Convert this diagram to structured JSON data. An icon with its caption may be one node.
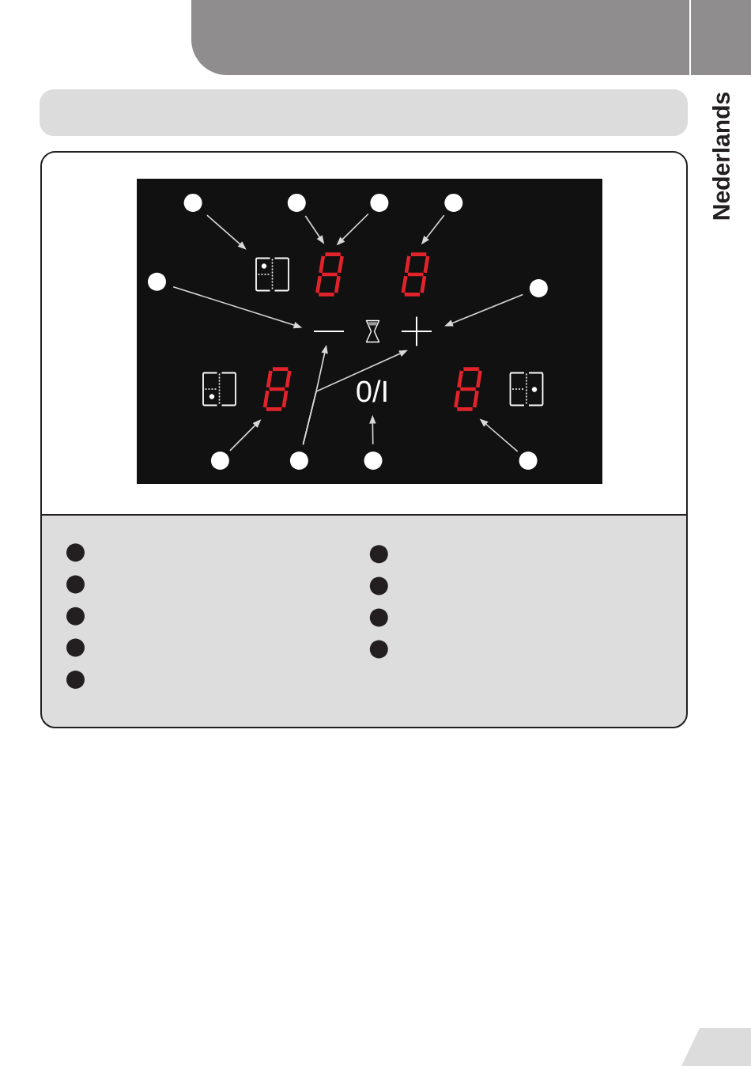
{
  "diagram": {
    "nodes": [
      {
        "text": [],
        "shape": "bar"
      },
      {
        "text": [],
        "shape": "box"
      },
      {
        "text": [],
        "shape": "circle",
        "in": 1
      },
      {
        "text": [],
        "shape": "circle",
        "in": 1
      },
      {
        "text": [],
        "shape": "circle",
        "in": 1
      },
      {
        "text": [],
        "shape": "circle",
        "in": 1
      },
      {
        "text": [],
        "shape": "picture",
        "in": 1
      },
      {
        "text": [],
        "shape": "picture",
        "in": 1
      },
      {
        "text": [],
        "shape": "picture",
        "in": 1
      },
      {
        "text": [],
        "shape": "circle",
        "in": 1
      },
      {
        "text": [],
        "shape": "circle",
        "in": 1
      },
      {
        "text": [],
        "shape": "picture",
        "in": 1
      },
      {
        "text": [],
        "shape": "picture",
        "in": 1
      },
      {
        "text": [],
        "shape": "picture",
        "in": 1
      },
      {
        "text": [
          "0/I"
        ],
        "in": 1
      },
      {
        "text": [],
        "shape": "picture",
        "in": 1
      },
      {
        "text": [],
        "shape": "circle",
        "in": 1
      },
      {
        "text": [],
        "shape": "circle",
        "in": 1
      },
      {
        "text": [],
        "shape": "circle",
        "in": 1
      },
      {
        "text": [],
        "shape": "circle",
        "in": 1
      }
    ],
    "edges": [
      {
        "from": 2,
        "to": 6,
        "arrow": "to"
      },
      {
        "from": 3,
        "to": 7,
        "arrow": "to"
      },
      {
        "from": 4,
        "to": 7,
        "arrow": "to"
      },
      {
        "from": 5,
        "to": 8,
        "arrow": "to"
      },
      {
        "from": 9,
        "to": 11,
        "arrow": "to"
      },
      {
        "from": 10,
        "to": 12,
        "arrow": "to"
      },
      {
        "from": 16,
        "to": 13,
        "arrow": "to"
      },
      {
        "from": 17,
        "to": 11,
        "arrow": "to"
      },
      {
        "from": 17,
        "to": 12,
        "arrow": "to"
      },
      {
        "from": 18,
        "to": 14,
        "arrow": "to"
      },
      {
        "from": 19,
        "to": 15,
        "arrow": "to"
      }
    ],
    "labels": [
      "Nederlands"
    ]
  }
}
